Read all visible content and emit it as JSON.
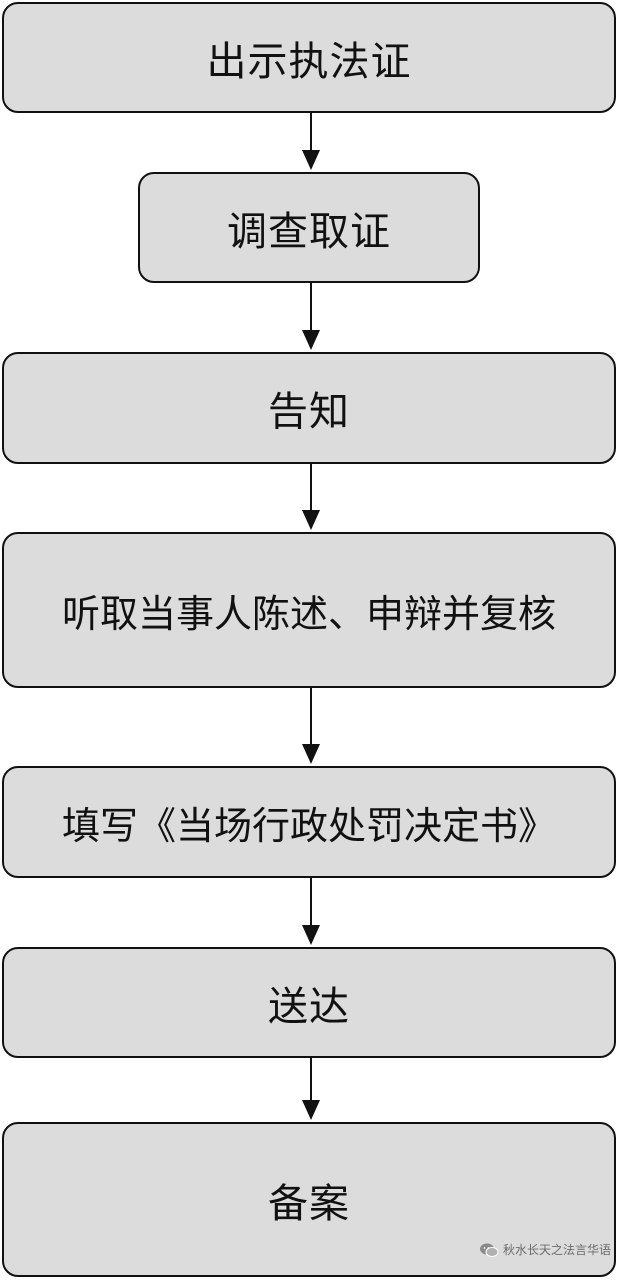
{
  "steps": [
    {
      "label": "出示执法证"
    },
    {
      "label": "调查取证"
    },
    {
      "label": "告知"
    },
    {
      "label": "听取当事人陈述、申辩并复核"
    },
    {
      "label": "填写《当场行政处罚决定书》"
    },
    {
      "label": "送达"
    },
    {
      "label": "备案"
    }
  ],
  "watermark": {
    "text": "秋水长天之法言华语",
    "icon": "chat-bubbles-icon"
  },
  "colors": {
    "box_fill": "#dcdcdc",
    "box_border": "#111111",
    "arrow": "#111111"
  }
}
